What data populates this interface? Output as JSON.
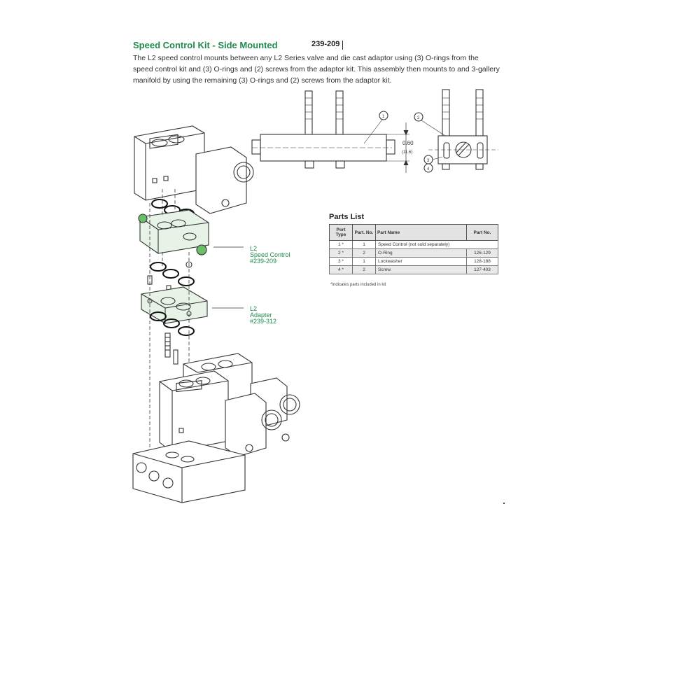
{
  "header": {
    "title": "Speed Control Kit - Side Mounted",
    "part_number": "239-209"
  },
  "description": "The L2 speed control mounts between any L2 Series valve and die cast adaptor using (3) O-rings from the speed control kit and (3) O-rings and (2) screws from the adaptor kit. This assembly then mounts to and 3-gallery manifold by using the remaining (3) O-rings and (2) screws from the adaptor kit.",
  "callouts": {
    "speed_control": [
      "L2",
      "Speed Control",
      "#239-209"
    ],
    "adapter": [
      "L2",
      "Adapter",
      "#239-312"
    ]
  },
  "detail": {
    "dimension": "0.60",
    "dimension_mm": "(11.6)",
    "bubbles": [
      "1",
      "2",
      "3",
      "4"
    ]
  },
  "parts_list": {
    "title": "Parts List",
    "headers": [
      "Port Type",
      "Part. No.",
      "Part Name",
      "Part No."
    ],
    "rows": [
      [
        "1 *",
        "1",
        "Speed Control  (not sold separately)",
        ""
      ],
      [
        "2 *",
        "2",
        "O-Ring",
        "126-129"
      ],
      [
        "3 *",
        "1",
        "Lockwasher",
        "128-188"
      ],
      [
        "4 *",
        "2",
        "Screw",
        "127-403"
      ]
    ],
    "footnote": "*Indicates parts included in kit"
  },
  "colors": {
    "accent": "#1f8a4c",
    "part_green": "#e6f3e6",
    "line": "#333333"
  }
}
